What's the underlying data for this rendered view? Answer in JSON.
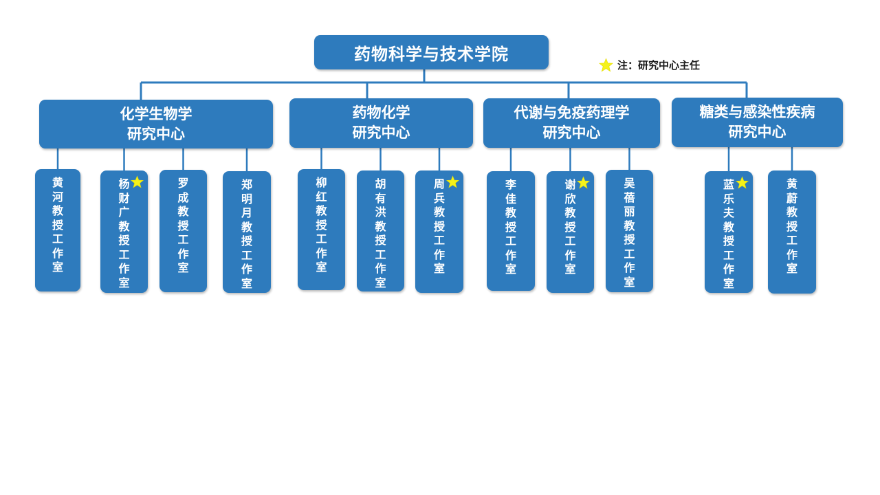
{
  "root": {
    "label": "药物科学与技术学院"
  },
  "legend": {
    "star_color": "#f5f21a",
    "text": "注：研究中心主任"
  },
  "colors": {
    "box": "#2e7bbd",
    "line": "#2e7bbd",
    "text": "#ffffff"
  },
  "centers": [
    {
      "line1": "化学生物学",
      "line2": "研究中心",
      "offices": [
        {
          "name": "黄河教授工作室",
          "director": false
        },
        {
          "name": "杨财广教授工作室",
          "director": true
        },
        {
          "name": "罗成教授工作室",
          "director": false
        },
        {
          "name": "郑明月教授工作室",
          "director": false
        }
      ]
    },
    {
      "line1": "药物化学",
      "line2": "研究中心",
      "offices": [
        {
          "name": "柳红教授工作室",
          "director": false
        },
        {
          "name": "胡有洪教授工作室",
          "director": false
        },
        {
          "name": "周兵教授工作室",
          "director": true
        }
      ]
    },
    {
      "line1": "代谢与免疫药理学",
      "line2": "研究中心",
      "offices": [
        {
          "name": "李佳教授工作室",
          "director": false
        },
        {
          "name": "谢欣教授工作室",
          "director": true
        },
        {
          "name": "吴蓓丽教授工作室",
          "director": false
        }
      ]
    },
    {
      "line1": "糖类与感染性疾病",
      "line2": "研究中心",
      "offices": [
        {
          "name": "蓝乐夫教授工作室",
          "director": true
        },
        {
          "name": "黄蔚教授工作室",
          "director": false
        }
      ]
    }
  ]
}
